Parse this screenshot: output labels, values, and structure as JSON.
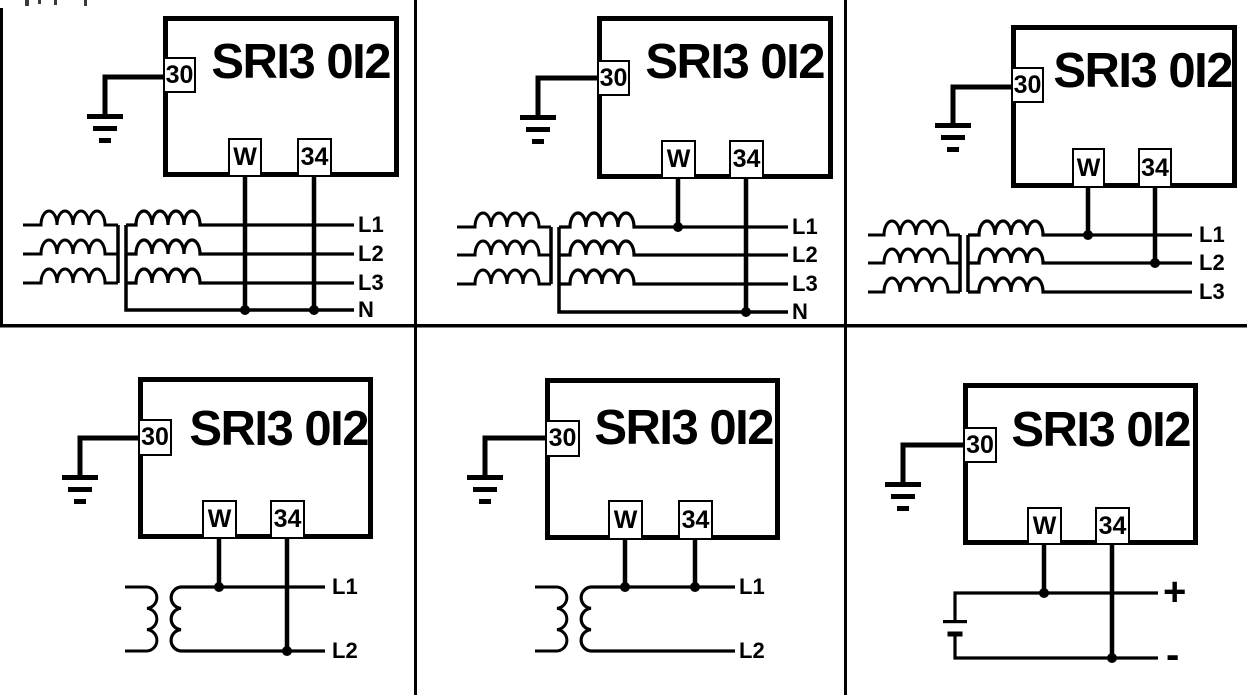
{
  "background_color": "#ffffff",
  "line_color": "#000000",
  "panels": [
    {
      "position": "top-left",
      "source": "three-phase-transformer-wye-with-neutral",
      "device_title": "SRI3 0I2",
      "terminal_30": "30",
      "terminal_w": "W",
      "terminal_34": "34",
      "lines": [
        "L1",
        "L2",
        "L3",
        "N"
      ]
    },
    {
      "position": "top-middle",
      "source": "three-phase-transformer-wye-with-neutral",
      "device_title": "SRI3 0I2",
      "terminal_30": "30",
      "terminal_w": "W",
      "terminal_34": "34",
      "lines": [
        "L1",
        "L2",
        "L3",
        "N"
      ]
    },
    {
      "position": "top-right",
      "source": "three-phase-transformer-no-neutral",
      "device_title": "SRI3 0I2",
      "terminal_30": "30",
      "terminal_w": "W",
      "terminal_34": "34",
      "lines": [
        "L1",
        "L2",
        "L3"
      ]
    },
    {
      "position": "bottom-left",
      "source": "single-phase-transformer",
      "device_title": "SRI3 0I2",
      "terminal_30": "30",
      "terminal_w": "W",
      "terminal_34": "34",
      "lines": [
        "L1",
        "L2"
      ]
    },
    {
      "position": "bottom-middle",
      "source": "single-phase-transformer",
      "device_title": "SRI3 0I2",
      "terminal_30": "30",
      "terminal_w": "W",
      "terminal_34": "34",
      "lines": [
        "L1",
        "L2"
      ]
    },
    {
      "position": "bottom-right",
      "source": "dc-battery",
      "device_title": "SRI3 0I2",
      "terminal_30": "30",
      "terminal_w": "W",
      "terminal_34": "34",
      "lines": [
        "+",
        "-"
      ]
    }
  ]
}
